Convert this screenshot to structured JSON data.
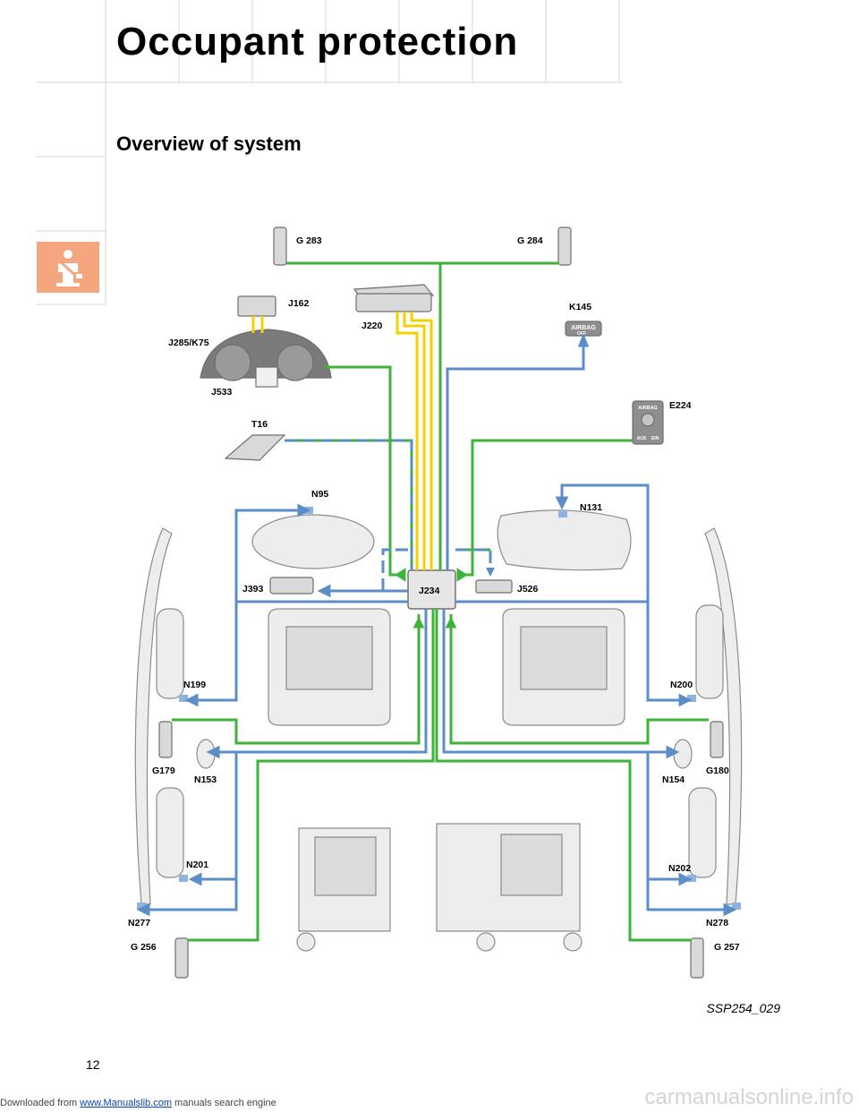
{
  "header": {
    "title": "Occupant protection"
  },
  "section": {
    "subtitle": "Overview of system"
  },
  "icon": {
    "name": "seatbelt-icon",
    "bg_color": "#f4a77f"
  },
  "components": {
    "G283": "G 283",
    "G284": "G 284",
    "J162": "J162",
    "J220": "J220",
    "K145": "K145",
    "J285": "J285/K75",
    "J533": "J533",
    "E224": "E224",
    "T16": "T16",
    "N95": "N95",
    "N131": "N131",
    "J393": "J393",
    "J234": "J234",
    "J526": "J526",
    "N199": "N199",
    "N200": "N200",
    "G179": "G179",
    "N153": "N153",
    "N154": "N154",
    "G180": "G180",
    "N201": "N201",
    "N202": "N202",
    "N277": "N277",
    "N278": "N278",
    "G256": "G 256",
    "G257": "G 257"
  },
  "switches": {
    "k145_text": "AIRBAG",
    "k145_sub": "OFF",
    "e224_text": "AIRBAG",
    "e224_aus": "AUS",
    "e224_ein": "EIN"
  },
  "wire_colors": {
    "green": "#3db33a",
    "blue": "#5b8ec8",
    "yellow": "#f1d300"
  },
  "figure_ref": "SSP254_029",
  "page_number": "12",
  "footer": {
    "prefix": "Downloaded from ",
    "link": "www.Manualslib.com",
    "suffix": " manuals search engine"
  },
  "watermark": "carmanualsonline.info"
}
